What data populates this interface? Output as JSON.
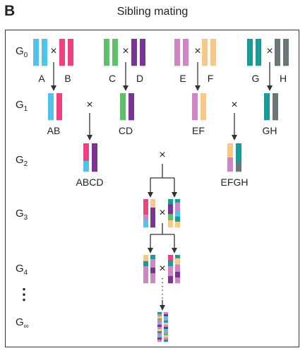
{
  "panel": {
    "letter": "B",
    "title": "Sibling mating"
  },
  "generations": [
    {
      "base": "G",
      "sub": "0"
    },
    {
      "base": "G",
      "sub": "1"
    },
    {
      "base": "G",
      "sub": "2"
    },
    {
      "base": "G",
      "sub": "3"
    },
    {
      "base": "G",
      "sub": "4"
    },
    {
      "base": "G",
      "sub": "∞"
    }
  ],
  "vertical_ellipsis": "⋮",
  "cross_symbol": "×",
  "founders": [
    "A",
    "B",
    "C",
    "D",
    "E",
    "F",
    "G",
    "H"
  ],
  "g1_labels": [
    "AB",
    "CD",
    "EF",
    "GH"
  ],
  "g2_labels": [
    "ABCD",
    "EFGH"
  ],
  "colors": {
    "A": "#4fc3e8",
    "B": "#f0407f",
    "C": "#5cc06a",
    "D": "#7a3592",
    "E": "#cf86c5",
    "F": "#f8c888",
    "G": "#1a9d9a",
    "H": "#6a7778",
    "line": "#333333"
  }
}
